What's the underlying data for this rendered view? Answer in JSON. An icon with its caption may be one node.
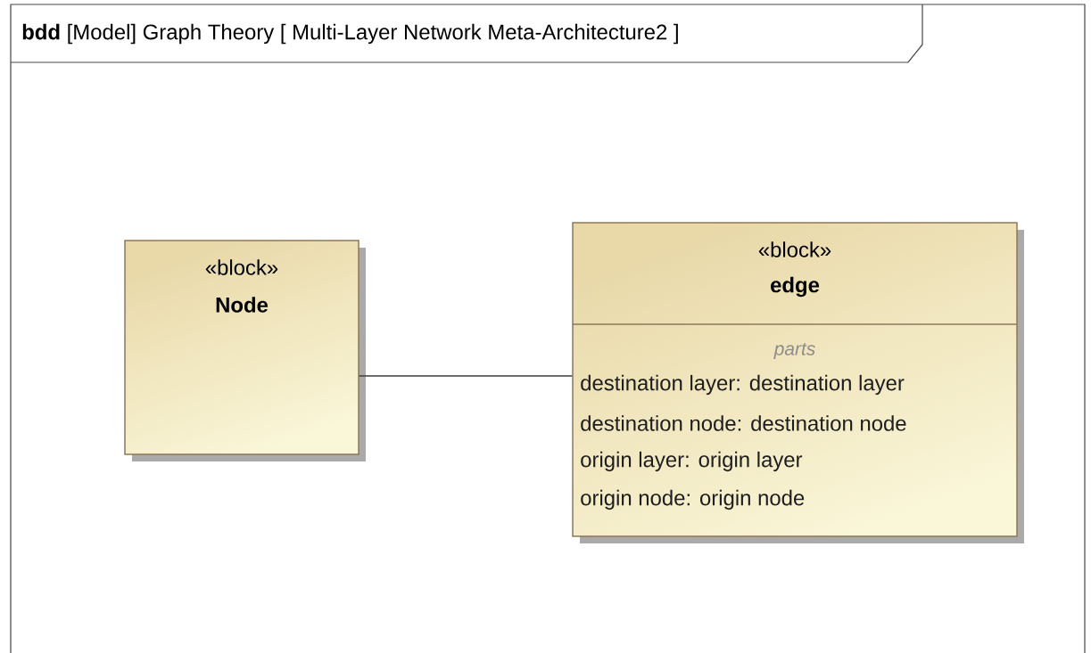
{
  "diagram": {
    "title": "**bdd** [Model] Graph Theory [ Multi-Layer Network Meta-Architecture2 ]",
    "nodes": [
      {
        "text": [
          "«block»",
          "Node"
        ]
      },
      {
        "text": [
          "«block»",
          "edge",
          "parts",
          "destination layer: destination layer",
          "destination node: destination node",
          "origin layer: origin layer",
          "origin node: origin node"
        ]
      }
    ],
    "edges": [
      {
        "from": 0,
        "to": 1,
        "arrow": "none"
      }
    ]
  }
}
